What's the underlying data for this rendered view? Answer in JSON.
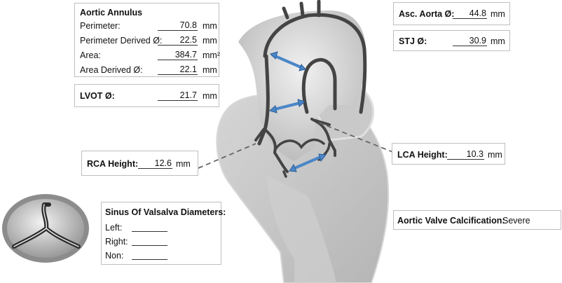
{
  "aortic_annulus": {
    "title": "Aortic Annulus",
    "rows": [
      {
        "label": "Perimeter:",
        "value": "70.8",
        "unit": "mm"
      },
      {
        "label": "Perimeter Derived Ø:",
        "value": "22.5",
        "unit": "mm"
      },
      {
        "label": "Area:",
        "value": "384.7",
        "unit": "mm²"
      },
      {
        "label": "Area Derived Ø:",
        "value": "22.1",
        "unit": "mm"
      }
    ]
  },
  "lvot": {
    "label": "LVOT Ø:",
    "value": "21.7",
    "unit": "mm"
  },
  "asc_aorta": {
    "label": "Asc. Aorta Ø:",
    "value": "44.8",
    "unit": "mm"
  },
  "stj": {
    "label": "STJ Ø:",
    "value": "30.9",
    "unit": "mm"
  },
  "rca": {
    "label": "RCA Height:",
    "value": "12.6",
    "unit": "mm"
  },
  "lca": {
    "label": "LCA Height:",
    "value": "10.3",
    "unit": "mm"
  },
  "sinus": {
    "title": "Sinus Of Valsalva Diameters:",
    "left_label": "Left:",
    "right_label": "Right:",
    "non_label": "Non:"
  },
  "calcification": {
    "label": "Aortic Valve Calcification:",
    "value": "Severe"
  },
  "colors": {
    "arrow": "#4a86c8",
    "arrow_stroke": "#2f5f96",
    "heart_fill": "#c4c4c4",
    "aorta_wall": "#444444"
  }
}
